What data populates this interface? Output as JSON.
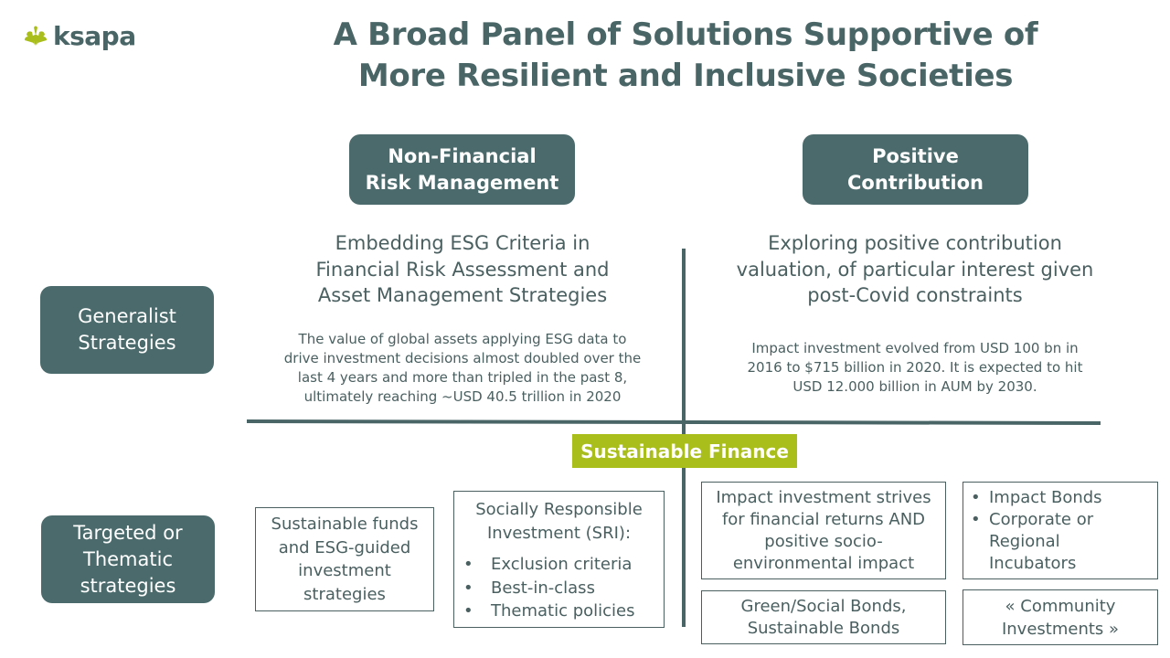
{
  "logo": {
    "text": "ksapa",
    "icon": "leaf-burst-icon",
    "color": "#a9bd1b"
  },
  "title": {
    "line1": "A Broad Panel of Solutions Supportive of",
    "line2": "More Resilient and Inclusive Societies"
  },
  "columns": {
    "left": {
      "header": {
        "line1": "Non-Financial",
        "line2": "Risk Management"
      },
      "subtitle": {
        "line1": "Embedding ESG Criteria in",
        "line2": "Financial Risk Assessment and",
        "line3": "Asset Management Strategies"
      },
      "body": {
        "line1": "The value of global assets applying ESG data to",
        "line2": "drive investment decisions almost doubled over the",
        "line3": "last 4 years and more than tripled in the past 8,",
        "line4": "ultimately reaching ~USD 40.5 trillion in 2020"
      }
    },
    "right": {
      "header": {
        "line1": "Positive",
        "line2": "Contribution"
      },
      "subtitle": {
        "line1": "Exploring positive contribution",
        "line2": "valuation, of particular interest given",
        "line3": "post-Covid constraints"
      },
      "body": {
        "line1": "Impact investment evolved from USD 100 bn in",
        "line2": "2016 to $715 billion in 2020. It is expected to hit",
        "line3": "USD 12.000 billion in AUM by 2030."
      }
    }
  },
  "rows": {
    "generalist": {
      "line1": "Generalist",
      "line2": "Strategies"
    },
    "targeted": {
      "line1": "Targeted or",
      "line2": "Thematic",
      "line3": "strategies"
    }
  },
  "center_label": "Sustainable Finance",
  "boxes": {
    "sustainable_funds": {
      "line1": "Sustainable funds",
      "line2": "and ESG-guided",
      "line3": "investment",
      "line4": "strategies"
    },
    "sri": {
      "title_line1": "Socially Responsible",
      "title_line2": "Investment (SRI):",
      "items": [
        "Exclusion criteria",
        "Best-in-class",
        "Thematic policies"
      ]
    },
    "impact_investment": {
      "line1": "Impact investment strives",
      "line2": "for financial returns AND",
      "line3": "positive socio-",
      "line4": "environmental impact"
    },
    "impact_bonds": {
      "item1": "Impact Bonds",
      "item2_line1": "Corporate or",
      "item2_line2": "Regional",
      "item2_line3": "Incubators"
    },
    "green_bonds": {
      "line1": "Green/Social Bonds,",
      "line2": "Sustainable Bonds"
    },
    "community": {
      "line1": "« Community",
      "line2": "Investments »"
    }
  },
  "colors": {
    "dark_teal": "#4a6a6b",
    "lime": "#a9bd1b",
    "text": "#4a5f60"
  }
}
